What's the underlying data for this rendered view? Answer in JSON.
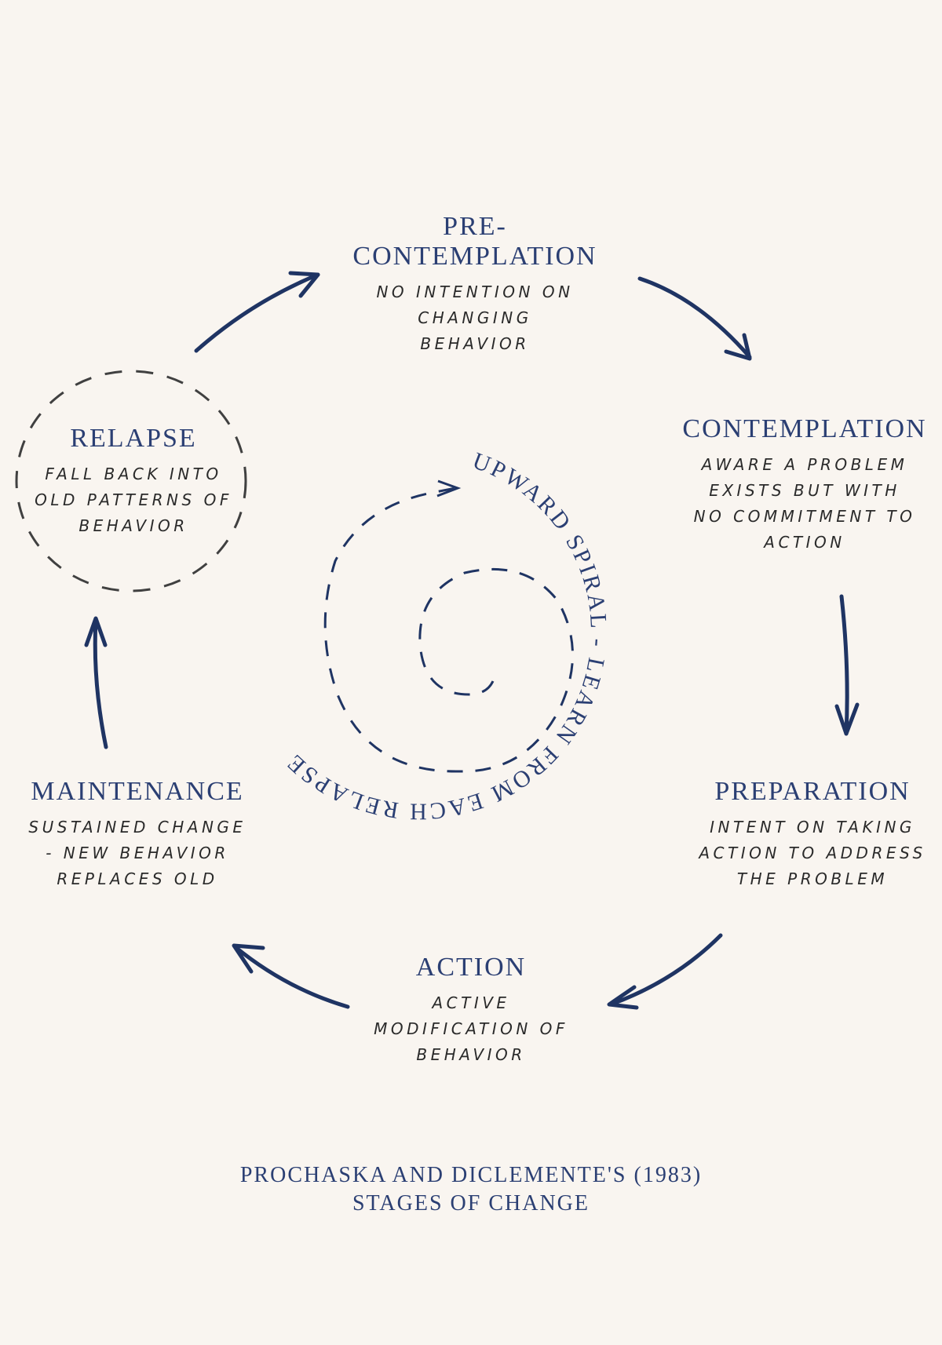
{
  "colors": {
    "background": "#f9f5f0",
    "accent": "#1f3463",
    "text_dark": "#2a2a2a",
    "dash": "#404040"
  },
  "stages": {
    "precontemplation": {
      "title_1": "PRE-",
      "title_2": "CONTEMPLATION",
      "desc": [
        "NO INTENTION ON",
        "CHANGING",
        "BEHAVIOR"
      ]
    },
    "contemplation": {
      "title": "CONTEMPLATION",
      "desc": [
        "AWARE A PROBLEM",
        "EXISTS BUT WITH",
        "NO COMMITMENT TO",
        "ACTION"
      ]
    },
    "preparation": {
      "title": "PREPARATION",
      "desc": [
        "INTENT ON TAKING",
        "ACTION TO ADDRESS",
        "THE PROBLEM"
      ]
    },
    "action": {
      "title": "ACTION",
      "desc": [
        "ACTIVE",
        "MODIFICATION OF",
        "BEHAVIOR"
      ]
    },
    "maintenance": {
      "title": "MAINTENANCE",
      "desc": [
        "SUSTAINED CHANGE",
        "- NEW BEHAVIOR",
        "REPLACES OLD"
      ]
    },
    "relapse": {
      "title": "RELAPSE",
      "desc": [
        "FALL BACK INTO",
        "OLD PATTERNS OF",
        "BEHAVIOR"
      ]
    }
  },
  "spiral_label": "UPWARD SPIRAL - LEARN FROM EACH RELAPSE",
  "footer": {
    "line_1": "PROCHASKA AND DICLEMENTE'S (1983)",
    "line_2": "STAGES OF CHANGE"
  }
}
